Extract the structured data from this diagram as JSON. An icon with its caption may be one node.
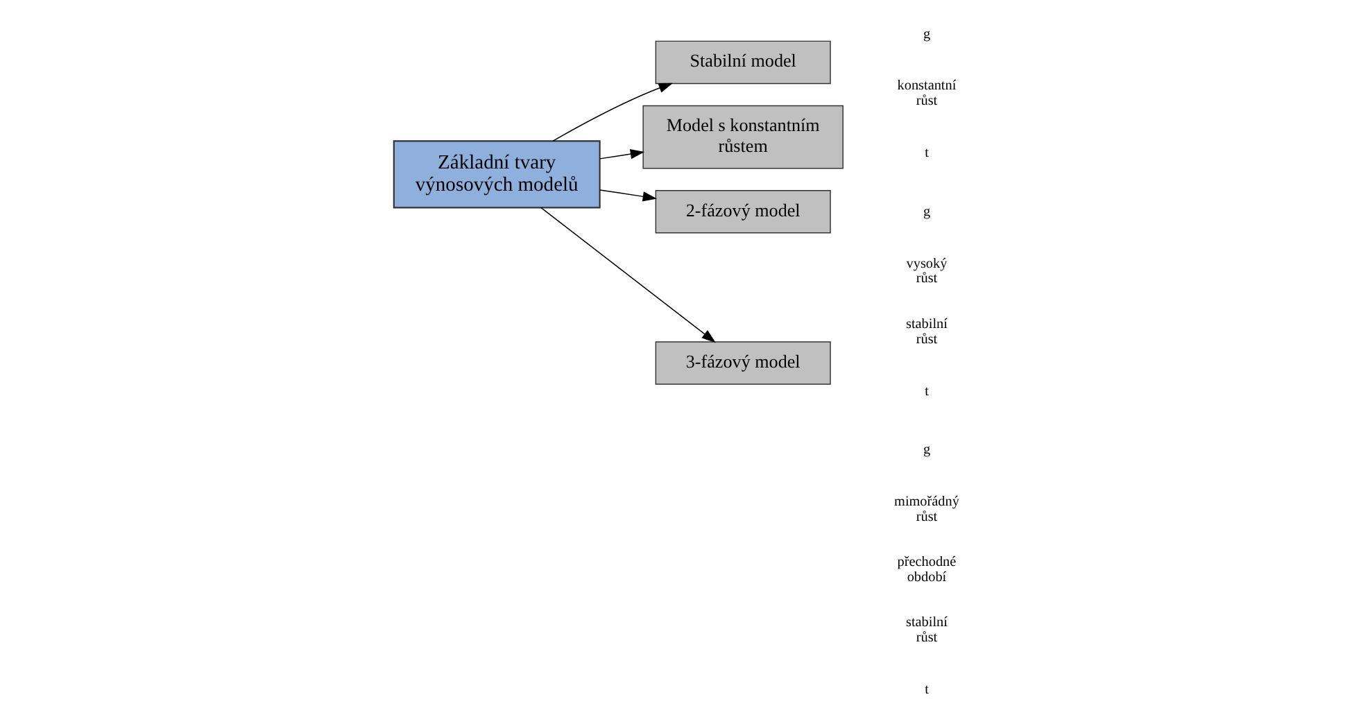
{
  "diagram": {
    "nodes": [
      {
        "text": [
          "Základní tvary výnosových modelů"
        ]
      },
      {
        "text": [
          "Stabilní model"
        ]
      },
      {
        "text": [
          "Model s konstantním růstem"
        ]
      },
      {
        "text": [
          "2-fázový model"
        ]
      },
      {
        "text": [
          "3-fázový model"
        ]
      }
    ],
    "edges": [
      {
        "from": 0,
        "to": 1,
        "arrow": "to"
      },
      {
        "from": 0,
        "to": 2,
        "arrow": "to"
      },
      {
        "from": 0,
        "to": 3,
        "arrow": "to"
      },
      {
        "from": 0,
        "to": 4,
        "arrow": "to"
      }
    ],
    "labels": [
      "g",
      "konstantní růst",
      "t",
      "g",
      "vysoký růst",
      "stabilní růst",
      "t",
      "g",
      "mimořádný růst",
      "přechodné období",
      "stabilní růst",
      "t"
    ]
  }
}
